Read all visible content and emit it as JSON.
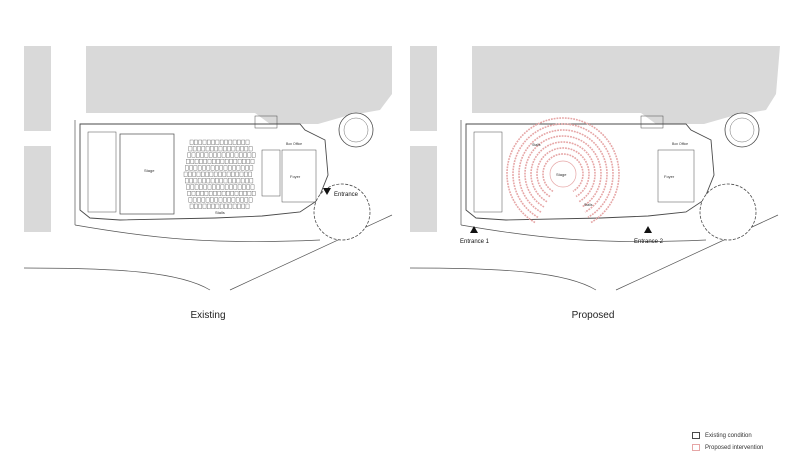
{
  "plans": {
    "existing": {
      "title": "Existing",
      "stage_label": "Stage",
      "stalls_label": "Stalls",
      "box_office_label": "Box Office",
      "foyer_label": "Foyer",
      "entrance_label": "Entrance"
    },
    "proposed": {
      "title": "Proposed",
      "stage_label": "Stage",
      "stalls_label": "Stalls",
      "box_office_label": "Box Office",
      "foyer_label": "Foyer",
      "entrance_1_label": "Entrance 1",
      "entrance_2_label": "Entrance 2"
    }
  },
  "legend": {
    "existing_label": "Existing condition",
    "proposed_label": "Proposed intervention"
  },
  "colors": {
    "site_fill": "#d9d9d9",
    "line": "#4a4a4a",
    "proposed": "#e6a6a6",
    "paper": "#ffffff"
  }
}
